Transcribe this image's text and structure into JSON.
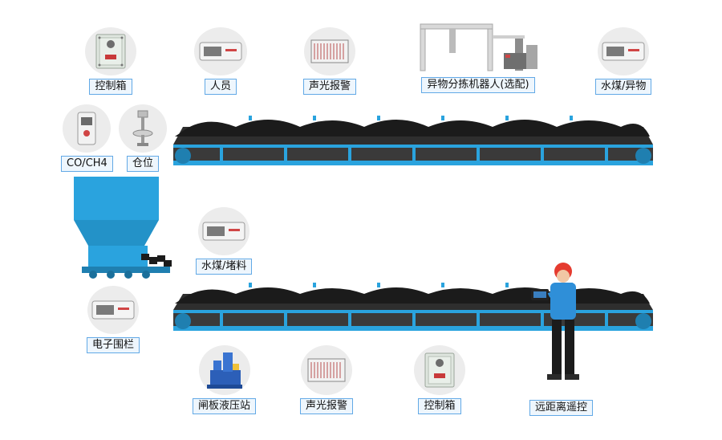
{
  "top_row": {
    "control_box": "控制箱",
    "personnel": "人员",
    "sound_light_alarm": "声光报警",
    "sorting_robot": "异物分拣机器人(选配)",
    "water_coal_foreign": "水煤/异物"
  },
  "left_column": {
    "co_ch4": "CO/CH4",
    "bin_level": "仓位",
    "electronic_fence": "电子围栏"
  },
  "middle": {
    "water_coal_blockage": "水煤/堵料"
  },
  "bottom_row": {
    "gate_hydraulic_station": "闸板液压站",
    "sound_light_alarm": "声光报警",
    "control_box": "控制箱",
    "remote_control": "远距离遥控"
  },
  "colors": {
    "belt_blue": "#2aa3de",
    "belt_dark": "#2e2e2e",
    "coal": "#1b1b1b",
    "label_border": "#62a9e6",
    "label_fill": "#eef6fd",
    "disc_fill": "#ececec"
  }
}
